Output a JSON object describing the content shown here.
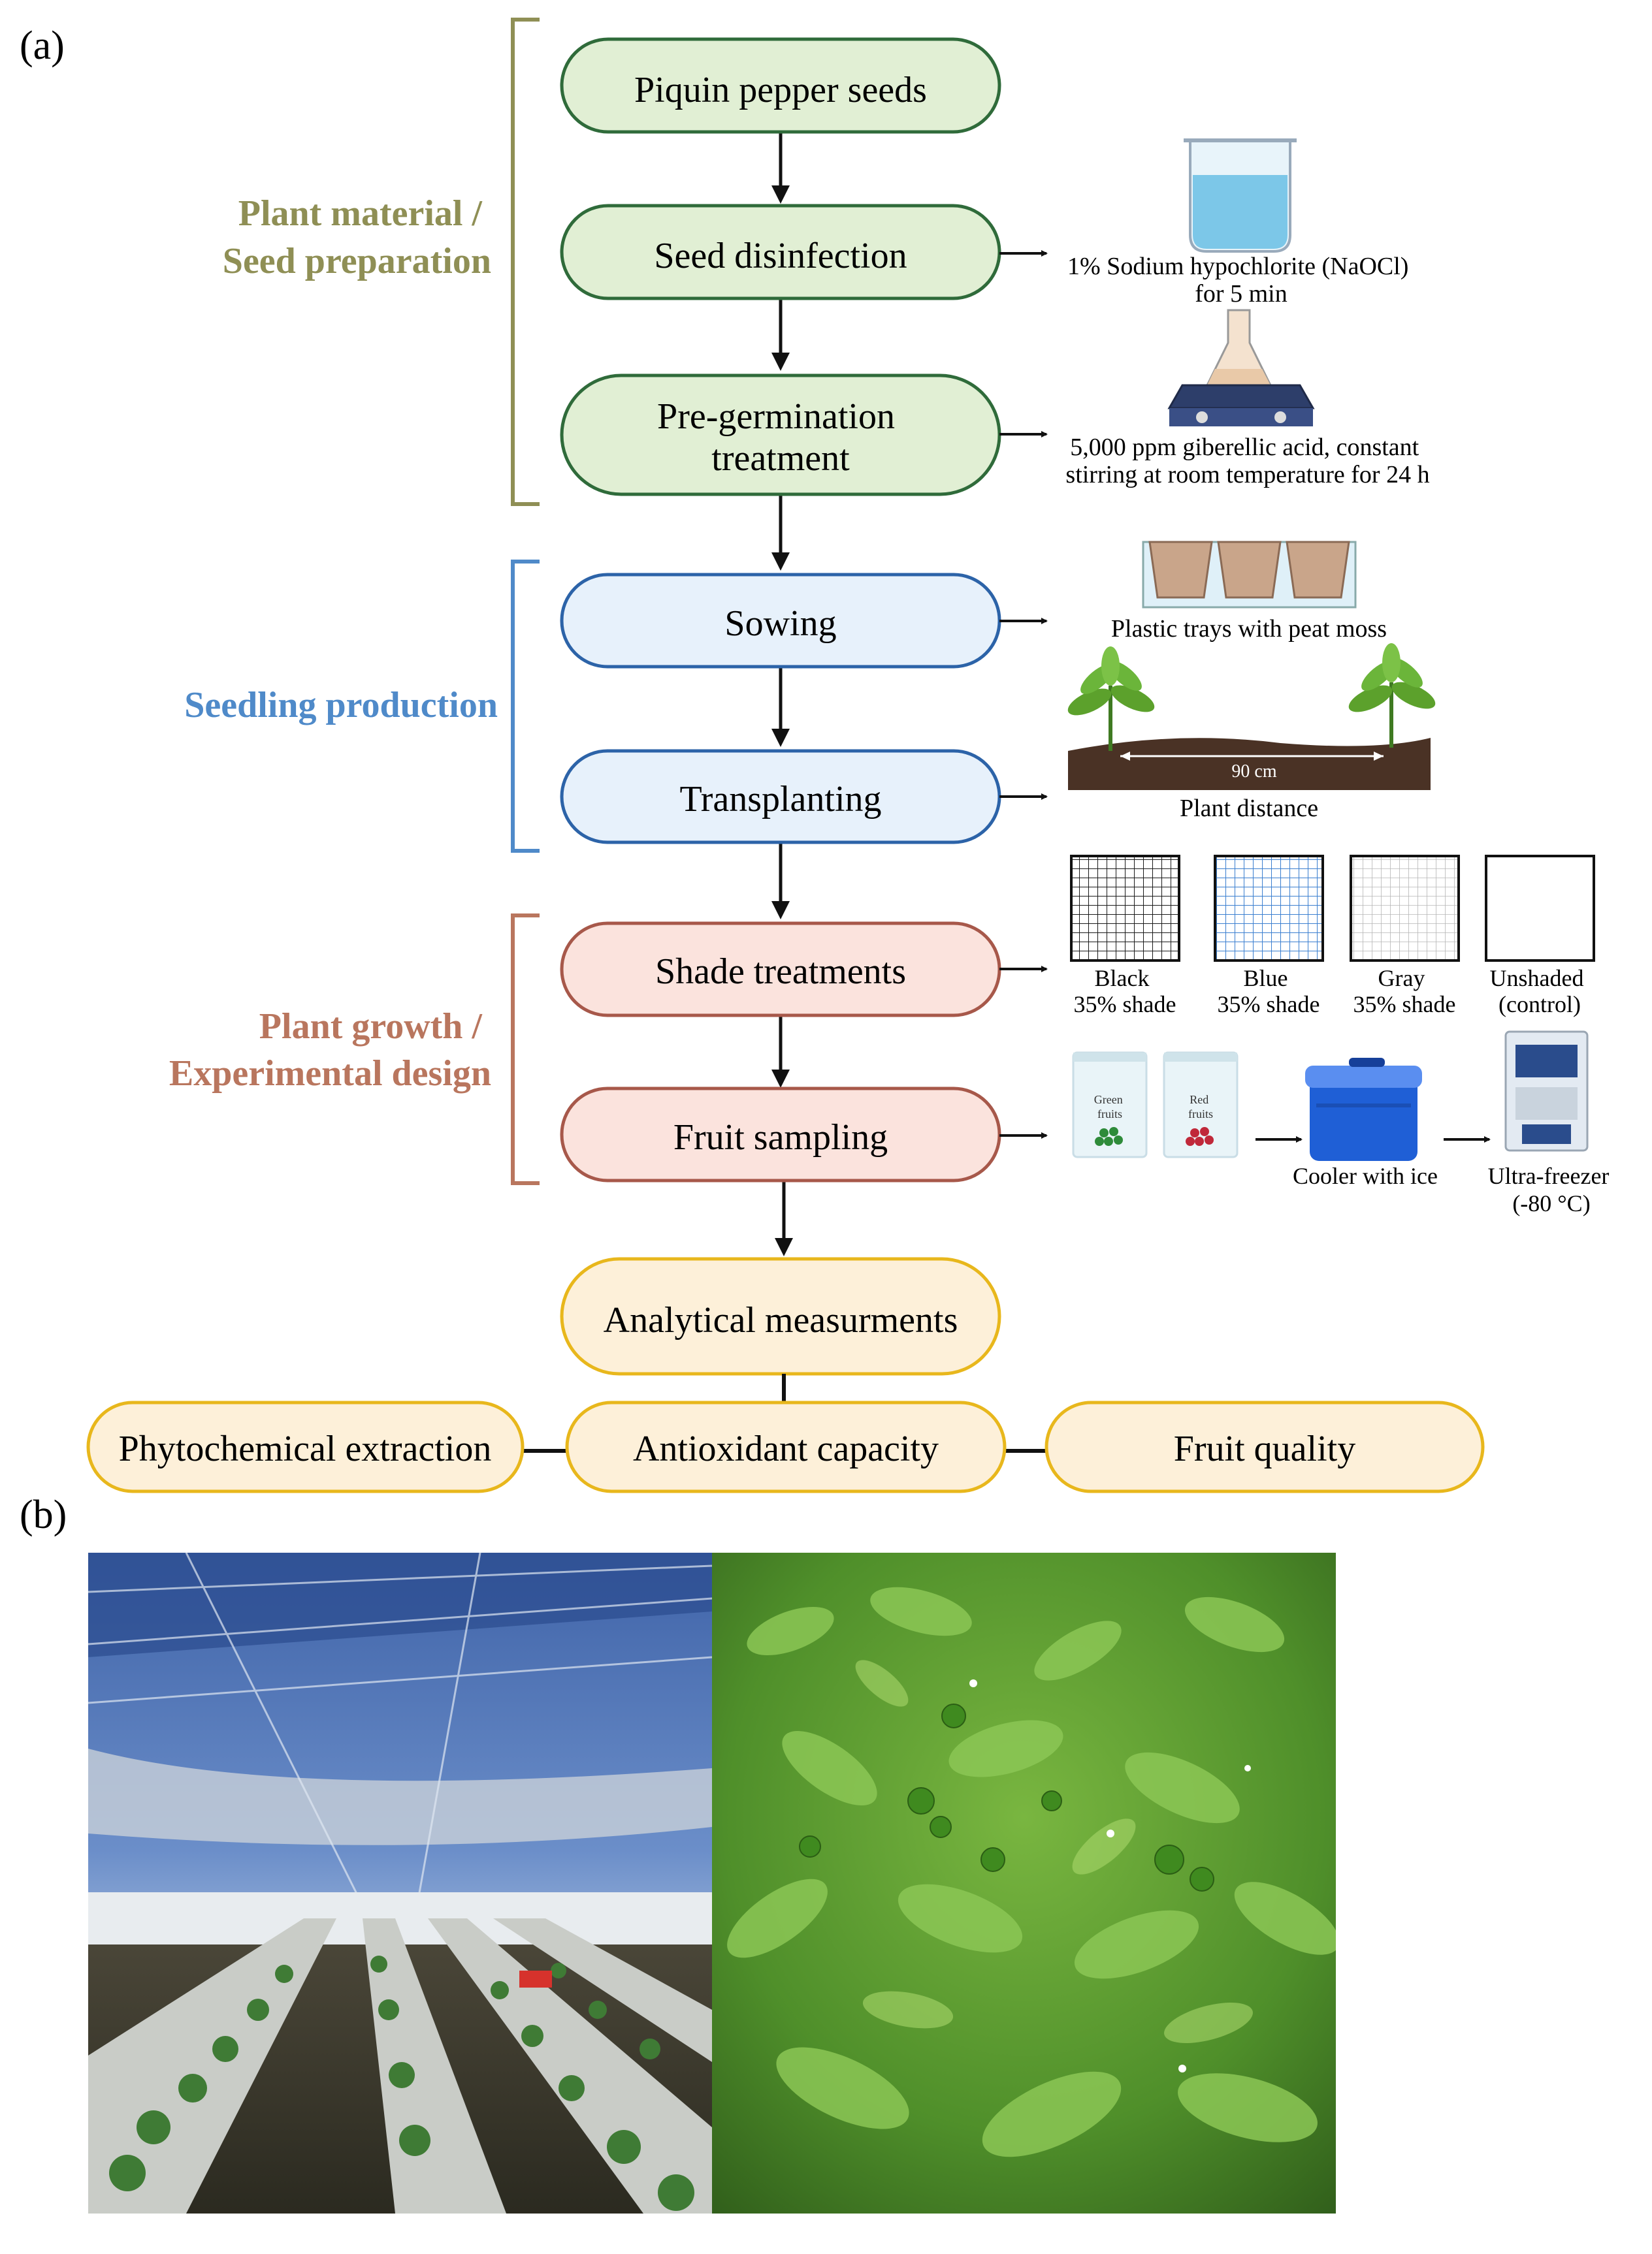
{
  "panel_labels": {
    "a": "(a)",
    "b": "(b)"
  },
  "groups": {
    "plant_material": {
      "line1": "Plant material /",
      "line2": "Seed preparation",
      "color": "#8f8f55"
    },
    "seedling": {
      "line1": "Seedling production",
      "color": "#4f8ac9"
    },
    "plant_growth": {
      "line1": "Plant growth /",
      "line2": "Experimental design",
      "color": "#b9765e"
    }
  },
  "steps": {
    "seeds": "Piquin pepper seeds",
    "disinfection": "Seed disinfection",
    "pregermination_line1": "Pre-germination",
    "pregermination_line2": "treatment",
    "sowing": "Sowing",
    "transplanting": "Transplanting",
    "shade": "Shade treatments",
    "fruit_sampling": "Fruit sampling",
    "analytical": "Analytical measurments",
    "phytochemical": "Phytochemical extraction",
    "antioxidant": "Antioxidant capacity",
    "fruit_quality": "Fruit quality"
  },
  "notes": {
    "disinfection_line1": "1% Sodium hypochlorite (NaOCl)",
    "disinfection_line2": "for 5 min",
    "pregermination_line1": "5,000 ppm giberellic acid, constant",
    "pregermination_line2": "stirring at room temperature for 24 h",
    "sowing": "Plastic trays with peat moss",
    "distance_value": "90 cm",
    "transplanting": "Plant distance",
    "cooler": "Cooler with ice",
    "freezer_line1": "Ultra-freezer",
    "freezer_line2": "(-80 °C)",
    "bag_green_line1": "Green",
    "bag_green_line2": "fruits",
    "bag_red_line1": "Red",
    "bag_red_line2": "fruits"
  },
  "shades": [
    {
      "line1": "Black",
      "line2": "35% shade",
      "color": "#1a1a1a"
    },
    {
      "line1": "Blue",
      "line2": "35% shade",
      "color": "#3b7fd0"
    },
    {
      "line1": "Gray",
      "line2": "35% shade",
      "color": "#b0b0b0"
    },
    {
      "line1": "Unshaded",
      "line2": "(control)",
      "color": "#ffffff"
    }
  ],
  "colors": {
    "green_fill": "#e1efd4",
    "green_stroke": "#2f6b3a",
    "blue_fill": "#e7f1fb",
    "blue_stroke": "#2c63a8",
    "pink_fill": "#fbe3dd",
    "pink_stroke": "#a7584a",
    "yellow_fill": "#fdf0d9",
    "yellow_stroke": "#e8b71c"
  }
}
